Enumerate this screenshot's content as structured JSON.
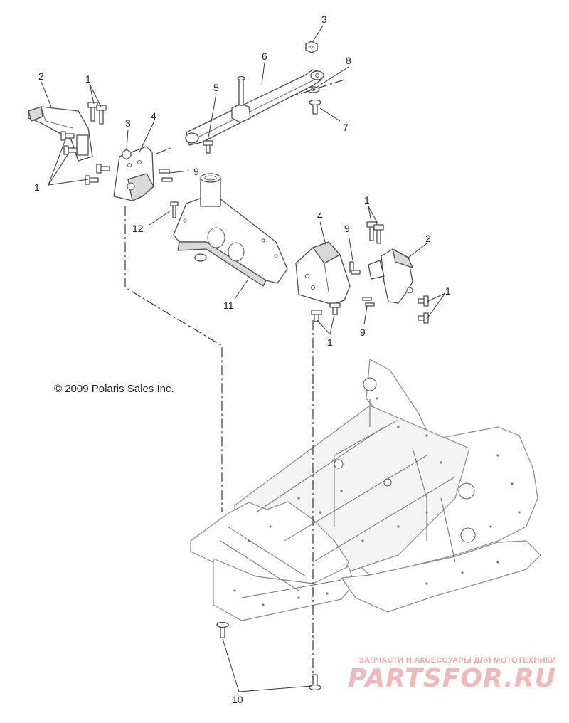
{
  "diagram": {
    "callouts": {
      "c1a": "1",
      "c1b": "1",
      "c1c": "1",
      "c1d": "1",
      "c1e": "1",
      "c2a": "2",
      "c2b": "2",
      "c3a": "3",
      "c3b": "3",
      "c4a": "4",
      "c4b": "4",
      "c5": "5",
      "c6": "6",
      "c7": "7",
      "c8": "8",
      "c9a": "9",
      "c9b": "9",
      "c9c": "9",
      "c10": "10",
      "c11": "11",
      "c12": "12"
    },
    "copyright": "© 2009 Polaris Sales Inc."
  },
  "watermark": {
    "tagline": "ЗАПЧАСТИ И АКСЕССУАРЫ ДЛЯ МОТОТЕХНИКИ",
    "brand": "PARTSFOR.RU"
  }
}
